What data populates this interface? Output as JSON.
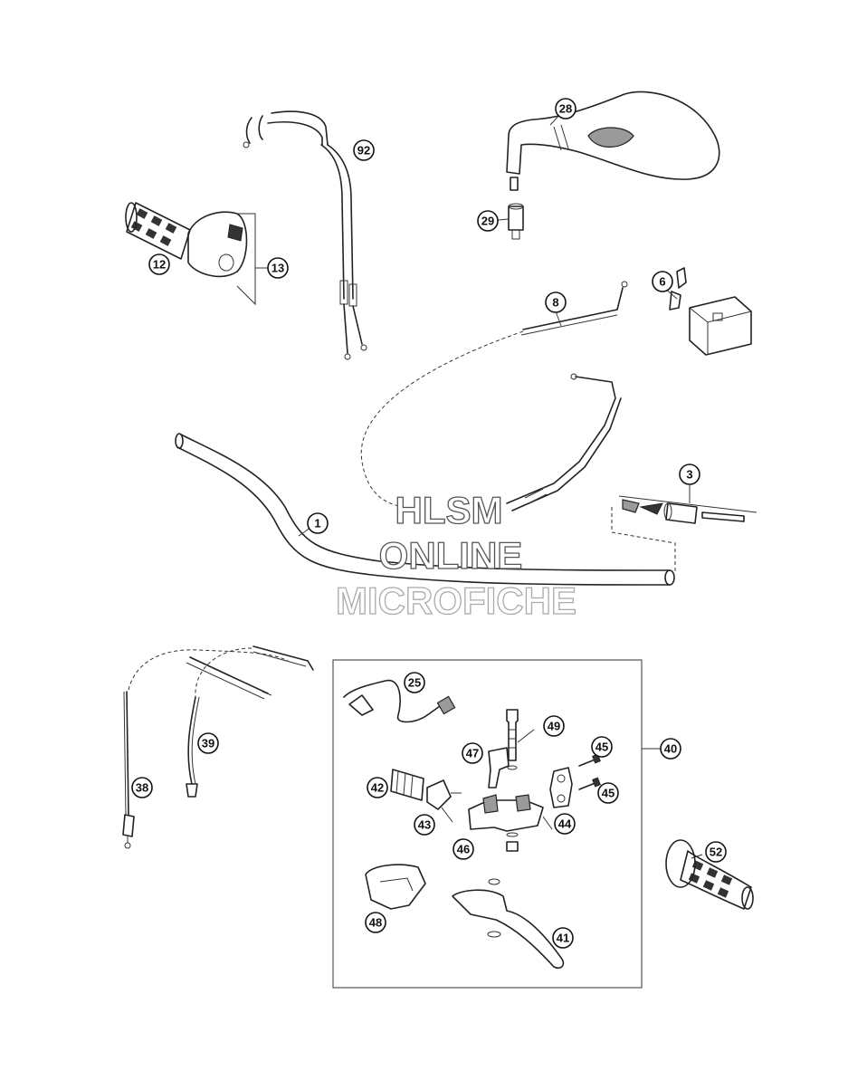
{
  "watermark": {
    "line1": "HLSM",
    "line2": "ONLINE",
    "line3": "MICROFICHE"
  },
  "callouts": [
    "1",
    "3",
    "6",
    "8",
    "12",
    "13",
    "25",
    "28",
    "29",
    "38",
    "39",
    "40",
    "41",
    "42",
    "43",
    "44",
    "45",
    "45",
    "46",
    "47",
    "48",
    "49",
    "52",
    "92"
  ]
}
